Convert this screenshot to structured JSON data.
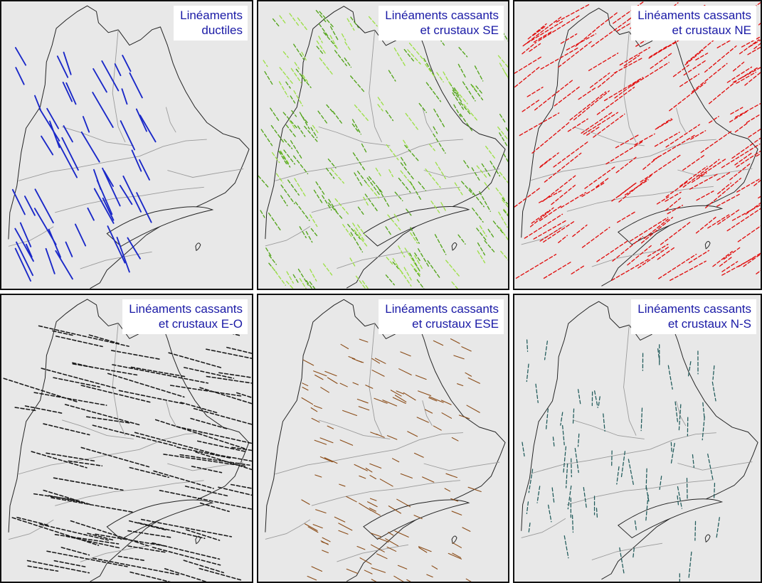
{
  "colors": {
    "label_text": "#1a1aa6",
    "background": "#e8e8e8",
    "coastline": "#222222",
    "boundary": "#9a9a9a"
  },
  "panels": [
    {
      "id": "ductiles",
      "line1": "Linéaments",
      "line2": "ductiles",
      "color": "#1a28c8",
      "style": "solid"
    },
    {
      "id": "se",
      "line1": "Linéaments cassants",
      "line2": "et crustaux  SE",
      "color": "#55a51e",
      "color2": "#9ee04a",
      "style": "dashed"
    },
    {
      "id": "ne",
      "line1": "Linéaments cassants",
      "line2": "et crustaux  NE",
      "color": "#e01010",
      "style": "dashed"
    },
    {
      "id": "eo",
      "line1": "Linéaments cassants",
      "line2": "et crustaux  E-O",
      "color": "#1a1a1a",
      "style": "dashed"
    },
    {
      "id": "ese",
      "line1": "Linéaments cassants",
      "line2": "et crustaux  ESE",
      "color": "#8a4b16",
      "style": "solid"
    },
    {
      "id": "ns",
      "line1": "Linéaments cassants",
      "line2": "et crustaux  N-S",
      "color": "#1f5a5a",
      "style": "dashed"
    }
  ]
}
